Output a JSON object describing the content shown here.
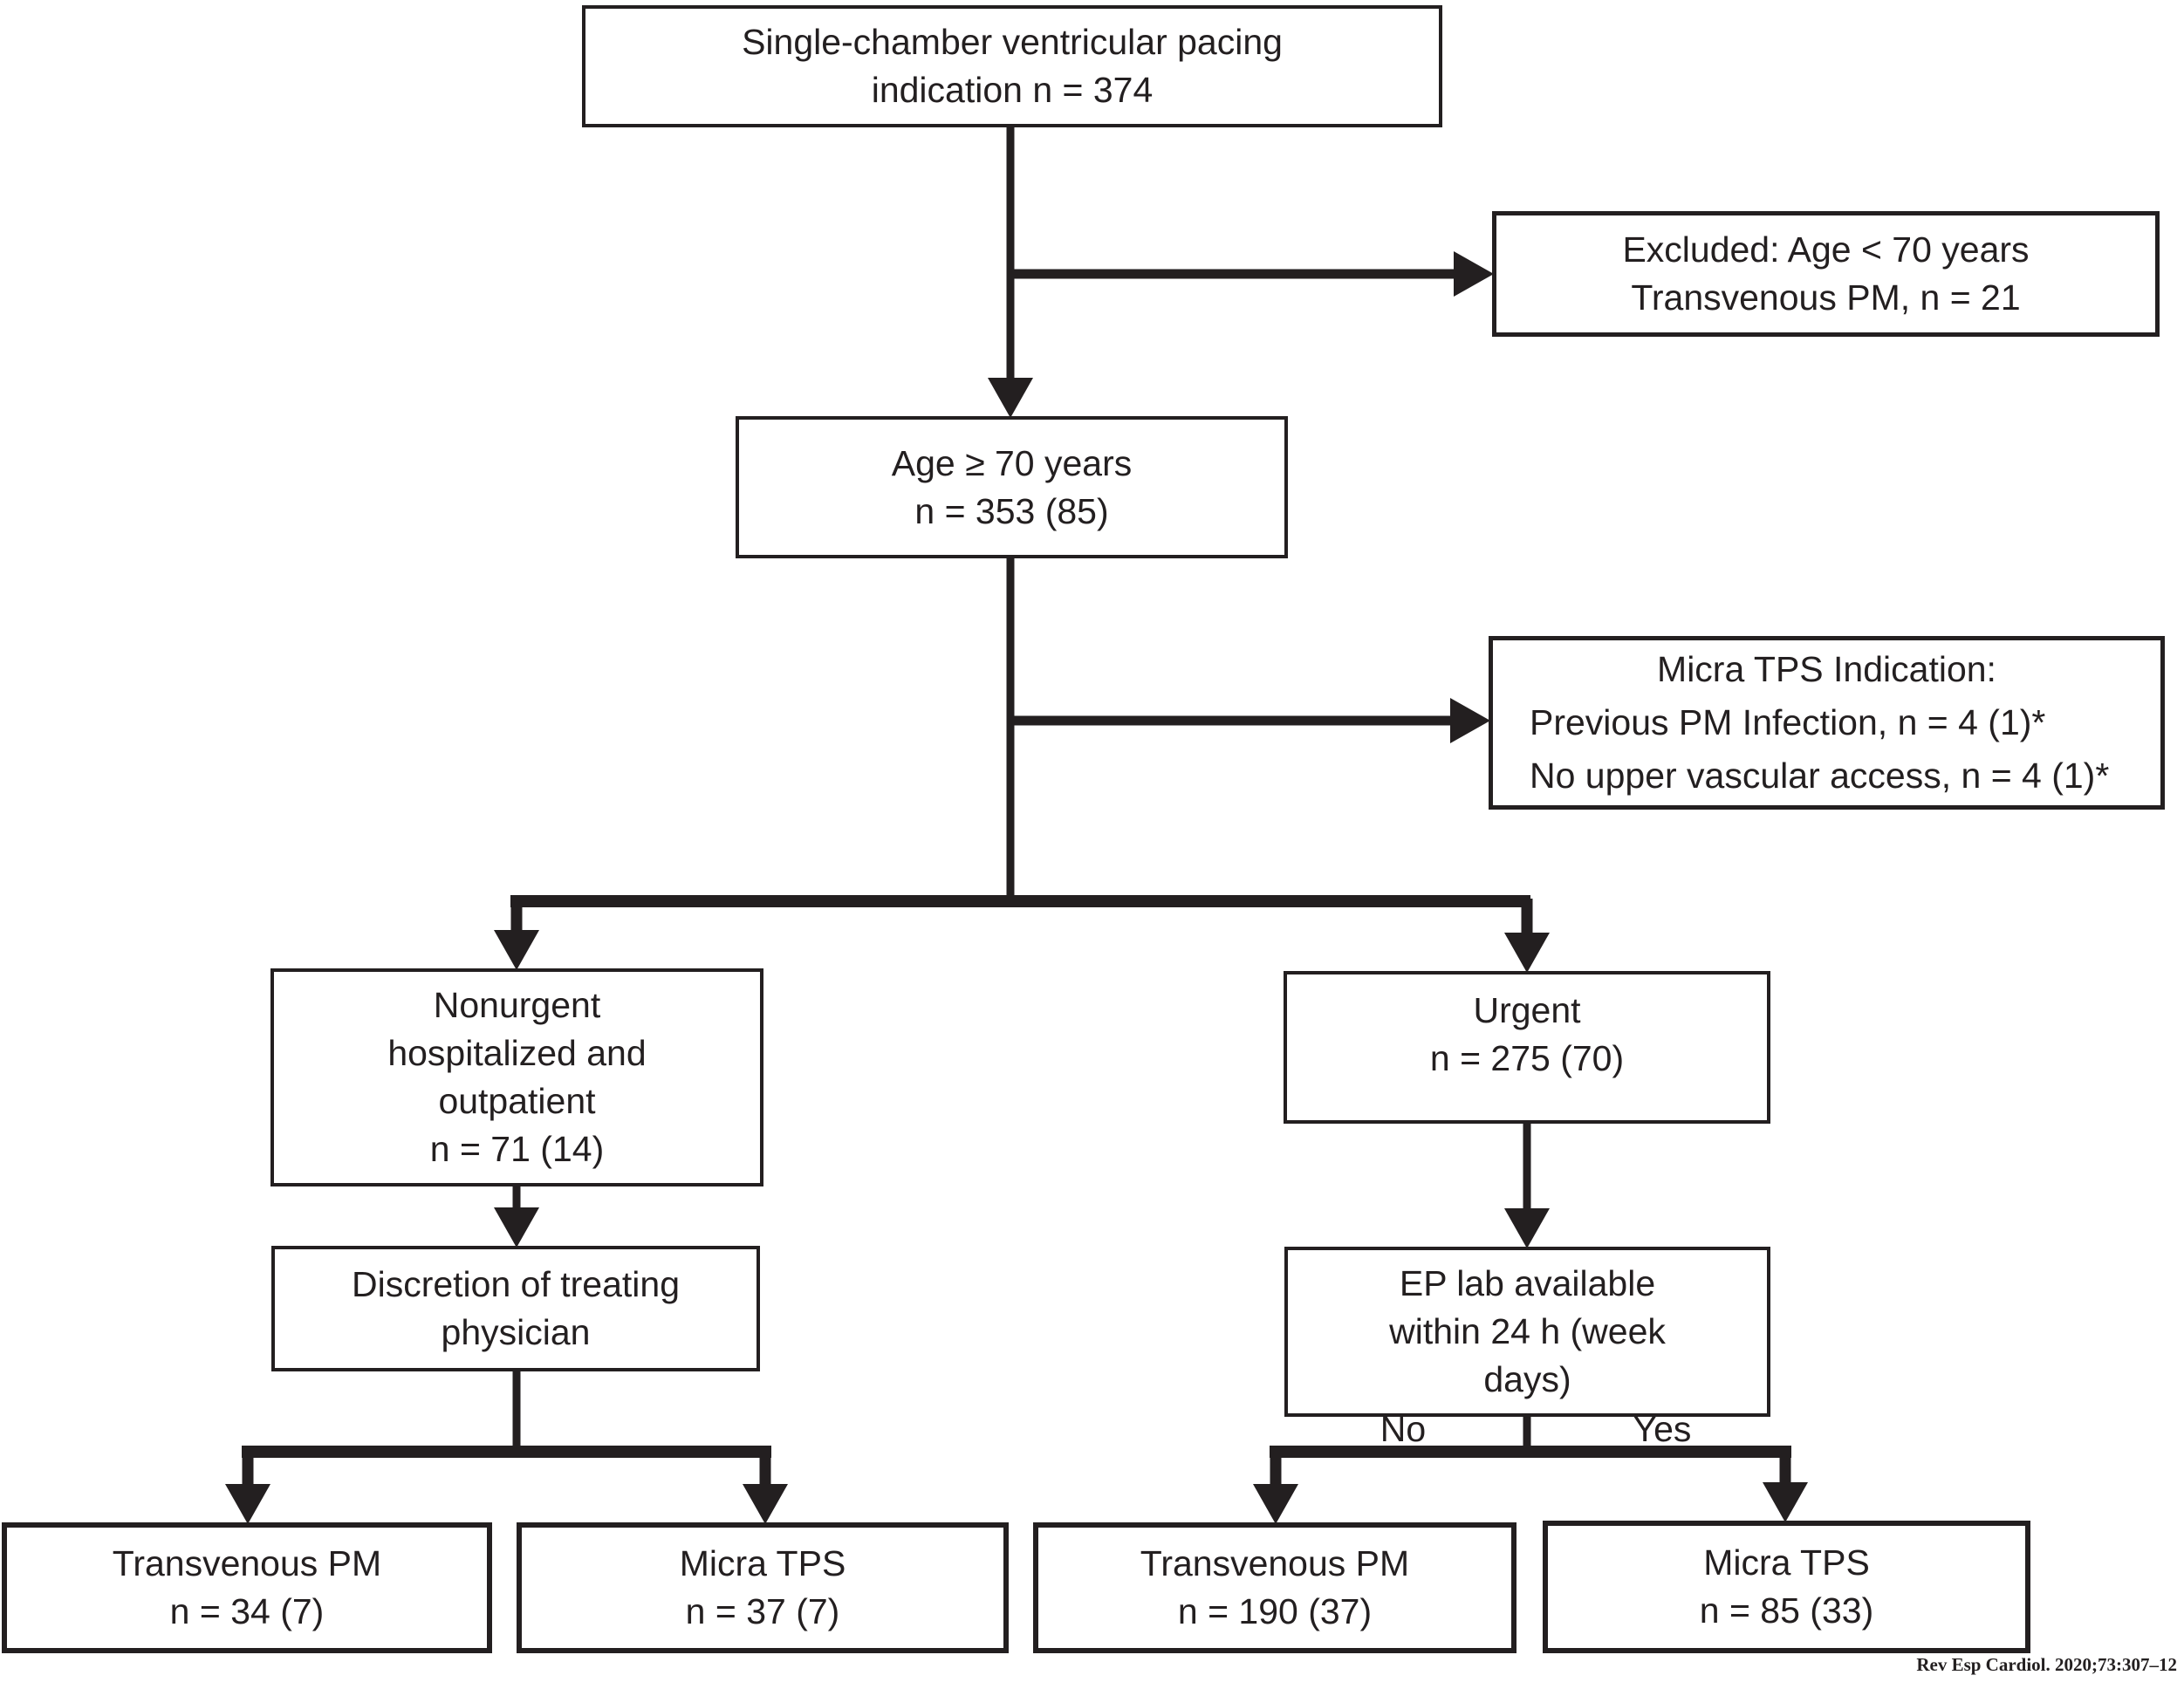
{
  "nodes": {
    "root": {
      "lines": [
        "Single-chamber ventricular pacing",
        "indication n = 374"
      ]
    },
    "excluded": {
      "lines": [
        "Excluded: Age < 70 years",
        "Transvenous PM, n = 21"
      ]
    },
    "age70": {
      "lines": [
        "Age ≥ 70 years",
        "n = 353 (85)"
      ]
    },
    "micra_indication": {
      "lines": [
        "Micra TPS Indication:",
        "Previous PM Infection, n = 4 (1)*",
        "No upper vascular access, n = 4 (1)*"
      ]
    },
    "nonurgent": {
      "lines": [
        "Nonurgent",
        "hospitalized and",
        "outpatient",
        "n = 71 (14)"
      ]
    },
    "urgent": {
      "lines": [
        "Urgent",
        "n = 275 (70)"
      ]
    },
    "discretion": {
      "lines": [
        "Discretion of treating",
        "physician"
      ]
    },
    "ep_lab": {
      "lines": [
        "EP lab available",
        "within 24 h (week",
        "days)"
      ]
    },
    "transvenous_nonurgent": {
      "lines": [
        "Transvenous PM",
        "n = 34 (7)"
      ]
    },
    "micra_nonurgent": {
      "lines": [
        "Micra TPS",
        "n = 37 (7)"
      ]
    },
    "transvenous_urgent": {
      "lines": [
        "Transvenous PM",
        "n = 190 (37)"
      ]
    },
    "micra_urgent": {
      "lines": [
        "Micra TPS",
        "n = 85 (33)"
      ]
    }
  },
  "branch_labels": {
    "no": "No",
    "yes": "Yes"
  },
  "citation": "Rev Esp Cardiol. 2020;73:307–12",
  "colors": {
    "ink": "#231f20",
    "background": "#ffffff"
  }
}
